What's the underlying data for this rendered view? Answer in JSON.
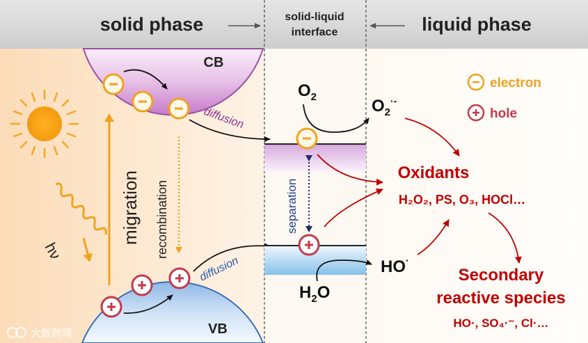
{
  "header": {
    "solid_phase": "solid phase",
    "interface_line1": "solid-liquid",
    "interface_line2": "interface",
    "liquid_phase": "liquid phase"
  },
  "bands": {
    "cb": "CB",
    "vb": "VB"
  },
  "labels": {
    "hv": "hν",
    "migration": "migration",
    "recombination": "recombination",
    "diffusion_cb": "diffusion",
    "diffusion_vb": "diffusion",
    "separation": "separation"
  },
  "species": {
    "o2": "O",
    "o2_sub": "2",
    "o2_radical": "O",
    "o2_radical_sub": "2",
    "o2_radical_sup": "·-",
    "h2o_h": "H",
    "h2o_sub": "2",
    "h2o_o": "O",
    "ho_radical": "HO",
    "ho_radical_sup": "·"
  },
  "legend": {
    "electron_symbol": "−",
    "electron": "electron",
    "hole_symbol": "+",
    "hole": "hole"
  },
  "oxidants": {
    "title": "Oxidants",
    "list": "H₂O₂, PS, O₃, HOCl…"
  },
  "secondary": {
    "line1": "Secondary",
    "line2": "reactive species",
    "list": "HO·, SO₄·⁻, Cl·…"
  },
  "watermark": "大数跨境",
  "colors": {
    "electron": "#f0a21e",
    "hole": "#c23a4c",
    "red_text": "#c00000",
    "cb_purple": "#b35fb5",
    "vb_blue": "#3c6fb5"
  }
}
